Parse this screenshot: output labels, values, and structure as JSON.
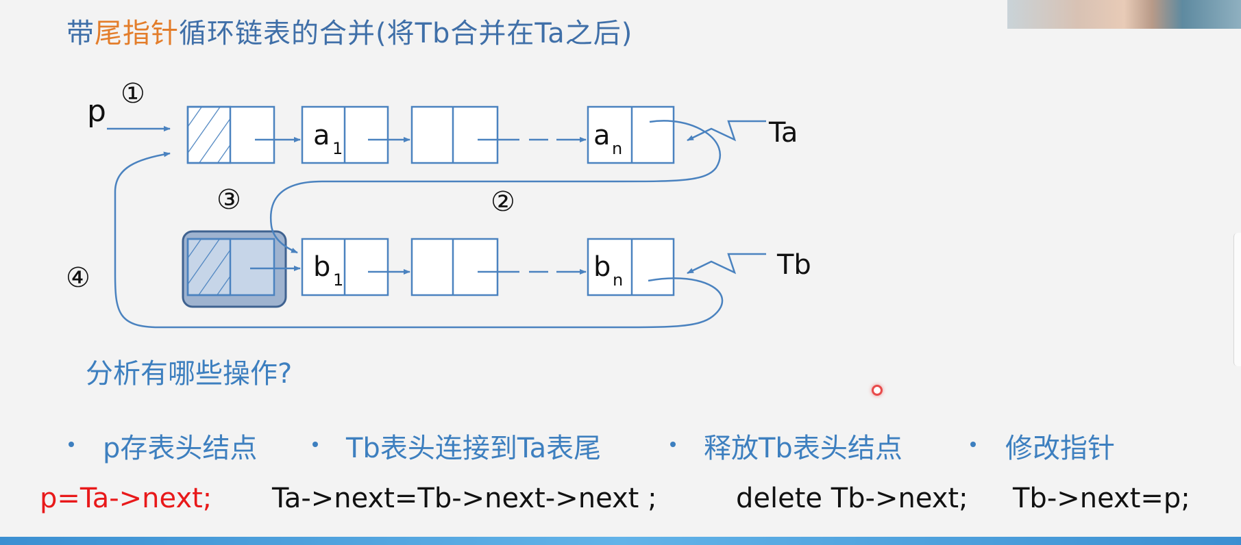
{
  "title": {
    "prefix": "带",
    "highlight": "尾指针",
    "suffix": "循环链表的合并(将Tb合并在Ta之后)"
  },
  "diagram": {
    "p_label": "p",
    "ta_label": "Ta",
    "tb_label": "Tb",
    "step_1": "①",
    "step_2": "②",
    "step_3": "③",
    "step_4": "④",
    "node_a1": "a",
    "node_a1_sub": "1",
    "node_an": "a",
    "node_an_sub": "n",
    "node_b1": "b",
    "node_b1_sub": "1",
    "node_bn": "b",
    "node_bn_sub": "n"
  },
  "question": "分析有哪些操作?",
  "bullets": [
    "p存表头结点",
    "Tb表头连接到Ta表尾",
    "释放Tb表头结点",
    "修改指针"
  ],
  "code": {
    "line1": "p=Ta->next;",
    "line2": "Ta->next=Tb->next->next ;",
    "line3": "delete Tb->next;",
    "line4": "Tb->next=p;"
  },
  "colors": {
    "title": "#3f6fa8",
    "highlight": "#e37d2a",
    "diagram_stroke": "#4a82bf",
    "text_blue": "#3d7fbf",
    "code_red": "#e8191a",
    "code_black": "#111111",
    "freed_node_fill": "#9fb3cf"
  }
}
